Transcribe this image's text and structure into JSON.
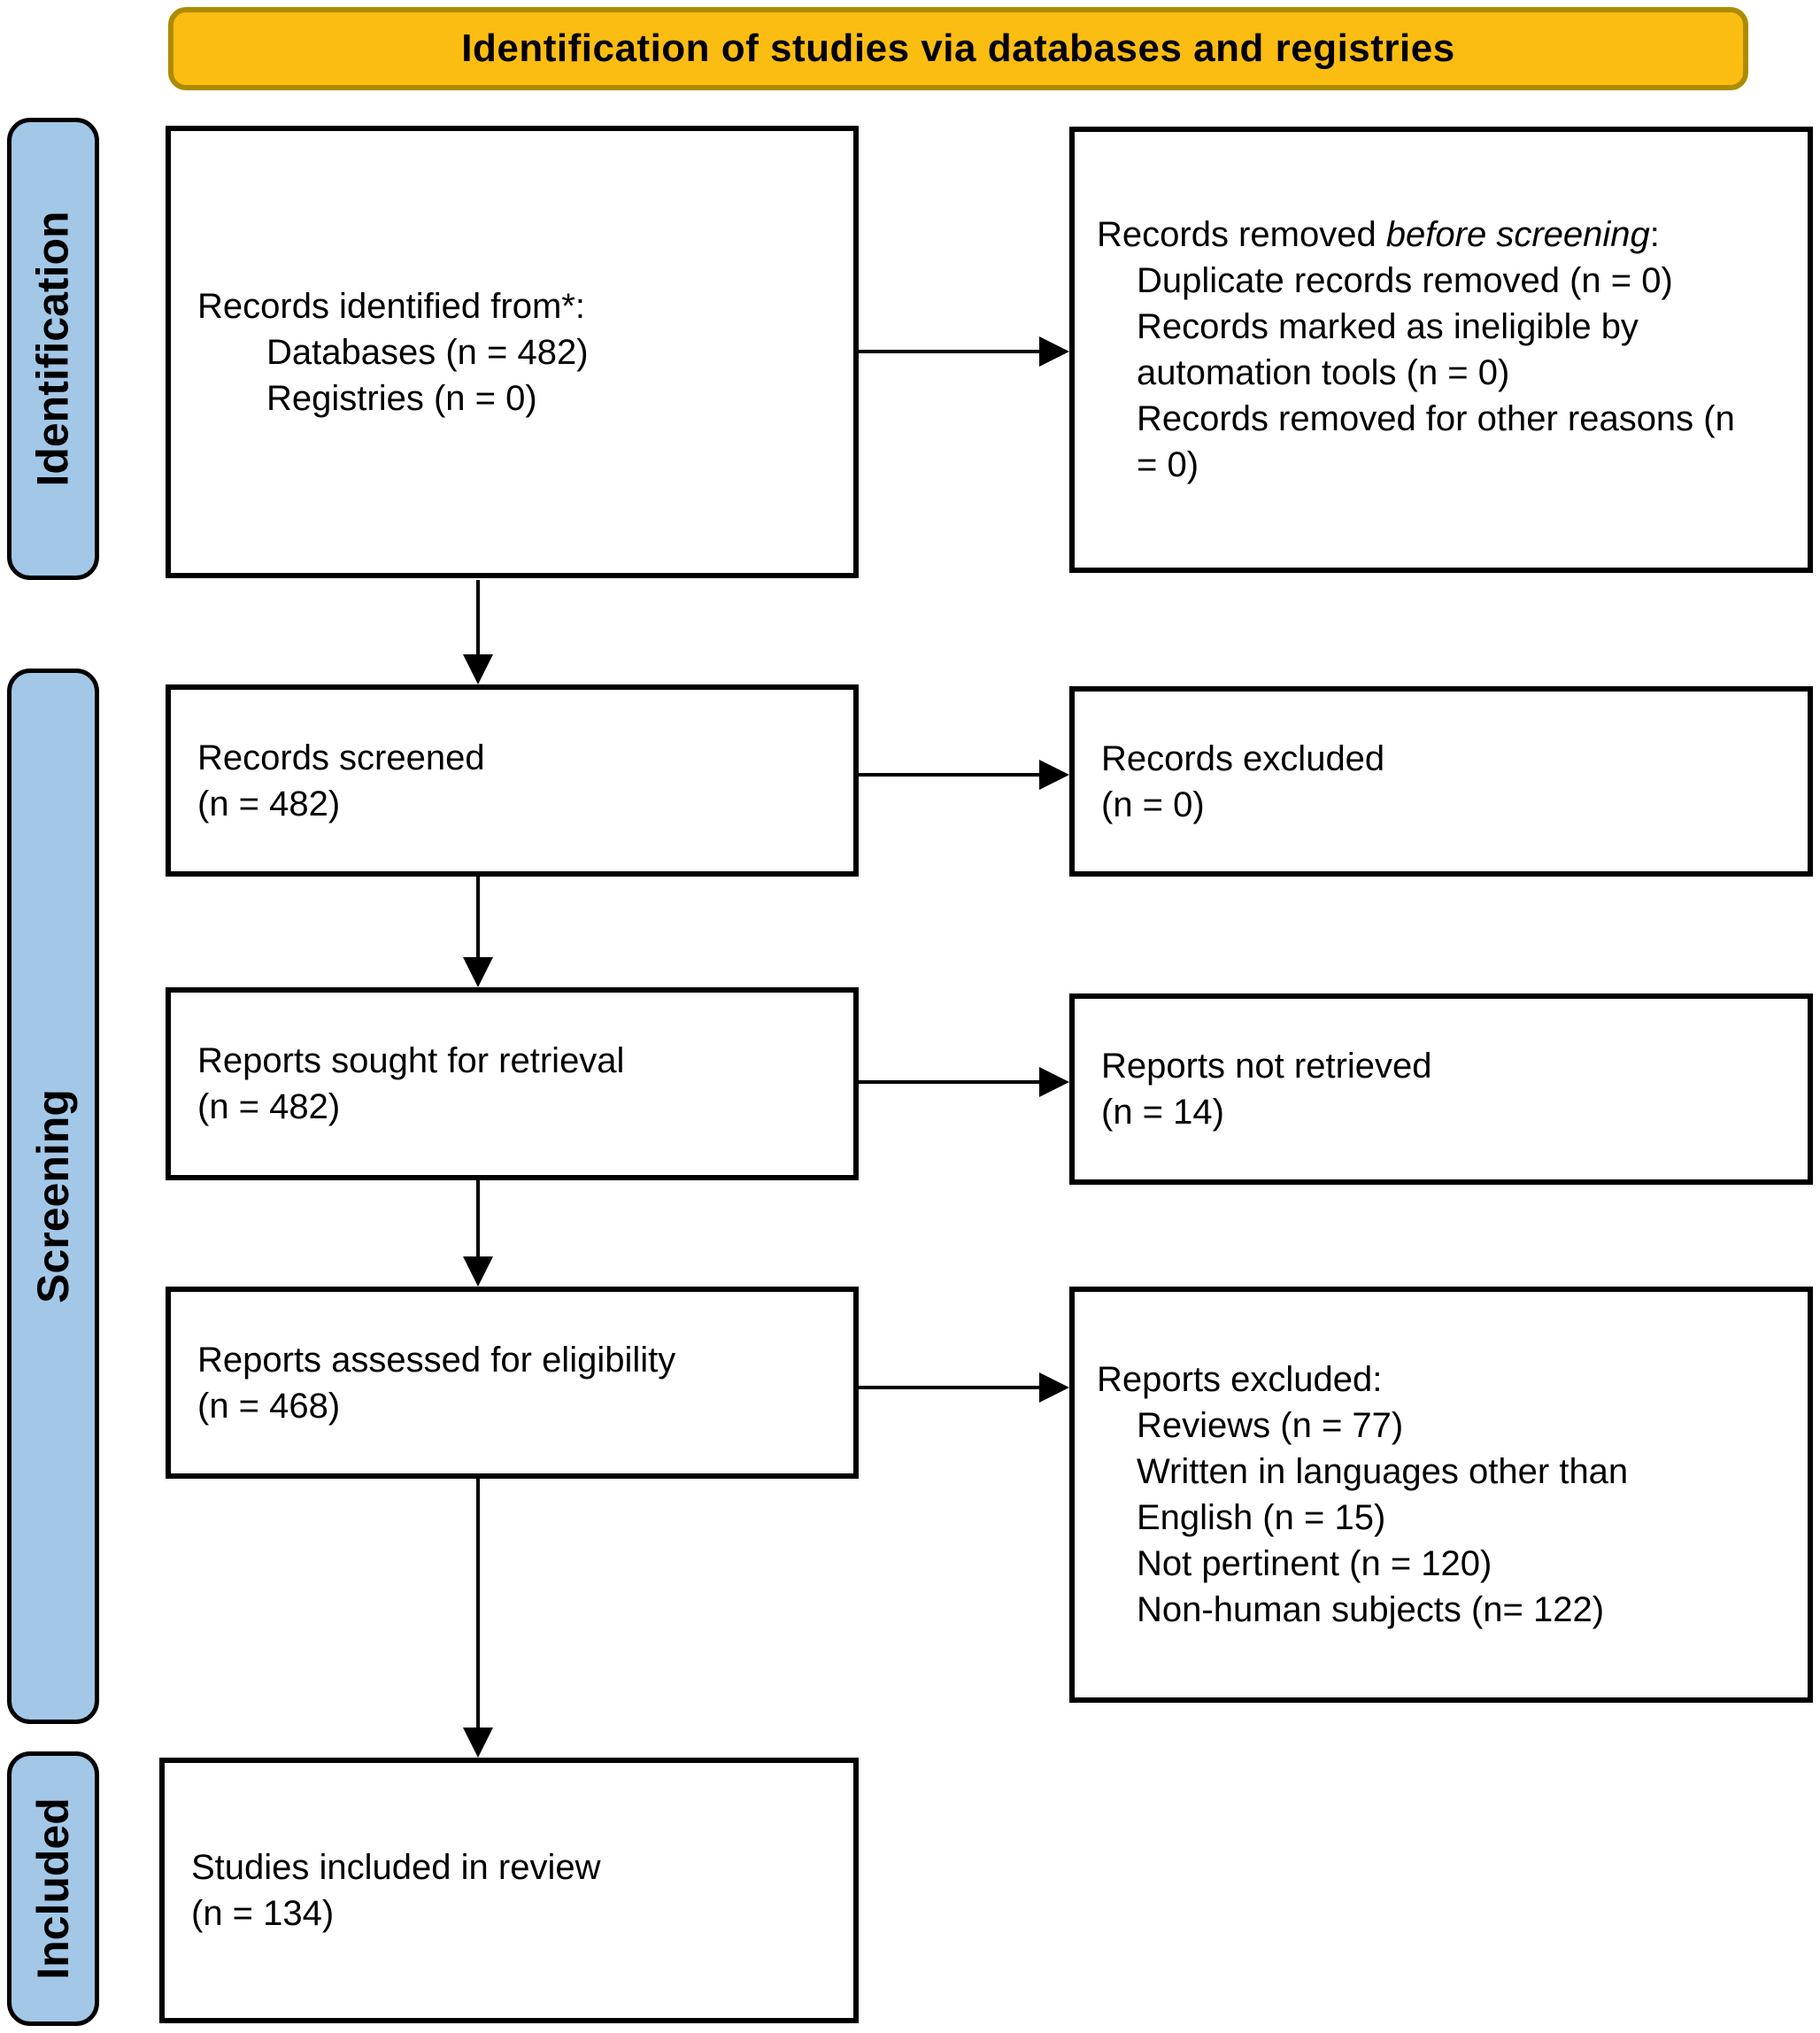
{
  "banner": {
    "title": "Identification of studies via databases and registries"
  },
  "sidebar": {
    "labels": [
      "Identification",
      "Screening",
      "Included"
    ]
  },
  "flow": {
    "identified": {
      "title": "Records identified from*:",
      "items": [
        "Databases (n = 482)",
        "Registries (n = 0)"
      ]
    },
    "removed": {
      "title_prefix": "Records removed ",
      "title_italic": "before screening",
      "title_suffix": ":",
      "items": [
        "Duplicate records removed (n = 0)",
        "Records marked as ineligible by automation tools (n = 0)",
        "Records removed for other reasons (n = 0)"
      ]
    },
    "screened": {
      "line1": "Records screened",
      "line2": "(n = 482)"
    },
    "records_excluded": {
      "line1": "Records excluded",
      "line2": "(n = 0)"
    },
    "sought": {
      "line1": "Reports sought for retrieval",
      "line2": "(n = 482)"
    },
    "not_retrieved": {
      "line1": "Reports not retrieved",
      "line2": "(n = 14)"
    },
    "assessed": {
      "line1": "Reports assessed for eligibility",
      "line2": "(n = 468)"
    },
    "reports_excluded": {
      "title": "Reports excluded:",
      "items": [
        "Reviews (n = 77)",
        "Written in languages other than English (n = 15)",
        "Not pertinent (n = 120)",
        "Non-human subjects (n= 122)"
      ]
    },
    "included": {
      "line1": "Studies included in review",
      "line2": "(n = 134)"
    }
  },
  "colors": {
    "banner_fill": "#FCBD12",
    "banner_border": "#AD8B00",
    "sidebar_fill": "#A3C7E7",
    "box_border": "#000000",
    "arrow_color": "#000000",
    "text_color": "#000000"
  }
}
